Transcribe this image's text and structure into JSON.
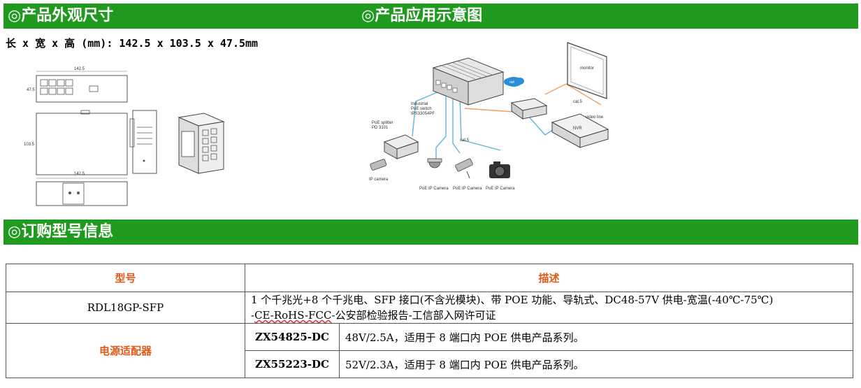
{
  "sections": {
    "dimensions_title": "◎产品外观尺寸",
    "application_title": "◎产品应用示意图",
    "ordering_title": "◎订购型号信息"
  },
  "dimensions": {
    "text": "长 x 宽 x 高 (mm): 142.5 x 103.5 x 47.5mm",
    "drawing_labels": {
      "front_width": "142.5",
      "front_height": "47.5",
      "top_width": "142.5",
      "top_depth": "103.5"
    }
  },
  "application": {
    "switch_label_1": "Industrial",
    "switch_label_2": "PoE switch",
    "switch_label_3": "IPS33054PF",
    "splitter_label_1": "PoE splitter",
    "splitter_label_2": "PD 3101",
    "cloud_label": "net",
    "cat5_label_1": "cat.5",
    "cat5_label_2": "cat.5",
    "video_line_label": "video line",
    "nvr_label": "NVR",
    "monitor_label": "monitor",
    "ip_camera_label": "IP camera",
    "poe_camera_1": "PoE IP Camera",
    "poe_camera_2": "PoE IP Camera",
    "poe_camera_3": "PoE IP Camera"
  },
  "table": {
    "headers": {
      "model": "型号",
      "description": "描述"
    },
    "rows": [
      {
        "model": "RDL18GP-SFP",
        "description_line1": "1 个千兆光+8 个千兆电、SFP 接口(不含光模块)、带 POE 功能、导轨式、DC48-57V 供电-宽温(-40℃-75℃)",
        "description_line2_prefix": "-",
        "description_line2_marked": "CE-RoHS-FCC",
        "description_line2_suffix": "-公安部检验报告-工信部入网许可证"
      }
    ],
    "power_adapter": {
      "category": "电源适配器",
      "items": [
        {
          "model": "ZX54825-DC",
          "description": "48V/2.5A，适用于 8 端口内 POE 供电产品系列。"
        },
        {
          "model": "ZX55223-DC",
          "description": "52V/2.3A，适用于 8 端口内 POE 供电产品系列。"
        }
      ]
    }
  },
  "colors": {
    "section_bar": "#1f9a1f",
    "header_text": "#e05a1a",
    "cable_blue": "#5bb7d9",
    "cable_orange": "#f0a060"
  }
}
